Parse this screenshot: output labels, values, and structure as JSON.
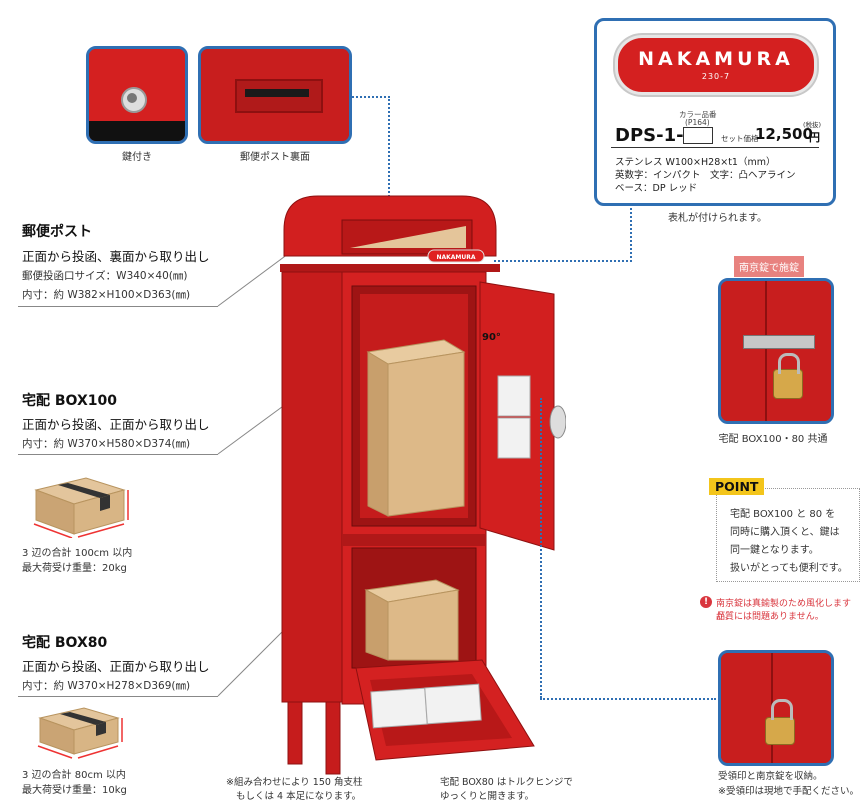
{
  "thumbnails": {
    "lock_caption": "鍵付き",
    "mail_back_caption": "郵便ポスト裏面"
  },
  "plate_box": {
    "plate_brand": "NAKAMURA",
    "plate_number": "230-7",
    "color_label": "カラー品番",
    "color_page": "(P164)",
    "model": "DPS-1-",
    "set_price_label": "セット価格",
    "price": "12,500",
    "price_unit": "円",
    "tax_note": "(税抜)",
    "specs": [
      "ステンレス W100×H28×t1（mm）",
      "英数字：インパクト　文字：凸ヘアライン",
      "ベース：DP レッド"
    ]
  },
  "plate_note": "表札が付けられます。",
  "mail_post": {
    "title": "郵便ポスト",
    "subtitle": "正面から投函、裏面から取り出し",
    "line1": "郵便投函口サイズ：W340×40(㎜)",
    "line2": "内寸：約 W382×H100×D363(㎜)"
  },
  "box100": {
    "title": "宅配 BOX100",
    "subtitle": "正面から投函、正面から取り出し",
    "line1": "内寸：約 W370×H580×D374(㎜)",
    "note1": "3 辺の合計 100cm 以内",
    "note2": "最大荷受け重量：20kg"
  },
  "box80": {
    "title": "宅配 BOX80",
    "subtitle": "正面から投函、正面から取り出し",
    "line1": "内寸：約 W370×H278×D369(㎜)",
    "note1": "3 辺の合計 80cm 以内",
    "note2": "最大荷受け重量：10kg"
  },
  "product": {
    "plate_text": "NAKAMURA",
    "door_angle": "90°"
  },
  "lock_panel": {
    "badge": "南京錠で施錠",
    "caption": "宅配 BOX100・80 共通"
  },
  "point": {
    "tag": "POINT",
    "lines": [
      "宅配 BOX100 と 80 を",
      "同時に購入頂くと、鍵は",
      "同一鍵となります。",
      "扱いがとっても便利です。"
    ]
  },
  "warning": {
    "line1": "南京錠は真鍮製のため風化しますが、",
    "line2": "品質には問題ありません。"
  },
  "stamp_panel": {
    "caption1": "受領印と南京錠を収納。",
    "caption2": "※受領印は現地で手配ください。"
  },
  "bottom_notes": {
    "legs1": "※組み合わせにより 150 角支柱",
    "legs2": "もしくは 4 本足になります。",
    "hinge1": "宅配 BOX80 はトルクヒンジで",
    "hinge2": "ゆっくりと開きます。"
  },
  "colors": {
    "accent_blue": "#2f6fb3",
    "product_red": "#cc1f1f",
    "point_yellow": "#f3c51b",
    "warning_red": "#d9363e"
  }
}
